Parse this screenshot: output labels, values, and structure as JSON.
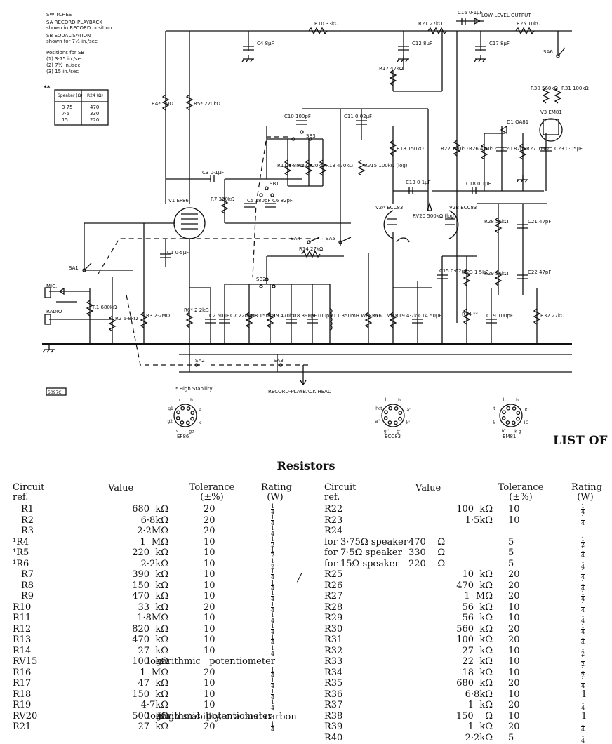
{
  "schematic": {
    "notes": [
      "SWITCHES",
      "SA RECORD-PLAYBACK",
      "shown in RECORD position",
      "SB EQUALISATION",
      "shown for 7½ in./sec",
      "Positions for SB",
      "(1) 3·75 in./sec",
      "(2) 7½ in./sec",
      "(3) 15 in./sec"
    ],
    "speaker_table": {
      "mark": "**",
      "headers": [
        "Speaker (Ω)",
        "R24 (Ω)"
      ],
      "rows": [
        [
          "3·75",
          "470"
        ],
        [
          "7·5",
          "330"
        ],
        [
          "15",
          "220"
        ]
      ]
    },
    "labels": {
      "low_level_output": "LOW-LEVEL OUTPUT",
      "mic": "MIC.",
      "radio": "RADIO",
      "record_playback_head": "RECORD-PLAYBACK HEAD",
      "high_stability": "* High Stability",
      "figure_id": "5097C"
    },
    "components": {
      "R10": "R10 33kΩ",
      "R21": "R21 27kΩ",
      "R25": "R25 10kΩ",
      "C16": "C16 0·1µF",
      "C4": "C4 8µF",
      "C12": "C12 8µF",
      "C17": "C17 8µF",
      "R17": "R17 47kΩ",
      "R4": "R4* 1MΩ",
      "R5": "R5* 220kΩ",
      "R30": "R30 560kΩ",
      "R31": "R31 100kΩ",
      "V3": "V3 EM81",
      "D1": "D1 OA81",
      "C10": "C10 100pF",
      "C11": "C11 0·02µF",
      "SB3": "SB3",
      "R11": "R11 1·8MΩ",
      "R12": "R12 820kΩ",
      "R13": "R13 470kΩ",
      "RV15": "RV15 100kΩ (log)",
      "R18": "R18 150kΩ",
      "R22": "R22 100kΩ",
      "R26": "R26 470kΩ",
      "C20": "C20 82pF",
      "R27": "R27 1MΩ",
      "C23": "C23 0·05µF",
      "C3": "C3 0·1µF",
      "R7": "R7 390kΩ",
      "C5": "C5 180pF",
      "C6": "C6 82pF",
      "SB1": "SB1",
      "V1": "V1 EF86",
      "C13": "C13 0·1µF",
      "C18": "C18 0·1µF",
      "V2A": "V2A ECC83",
      "RV20": "RV20 500kΩ (log)",
      "V2B": "V2B ECC83",
      "R28": "R28 56kΩ",
      "C21": "C21 47pF",
      "SA4": "SA4",
      "SA5": "SA5",
      "R14": "R14 27kΩ",
      "C1": "C1 0·5µF",
      "SA1": "SA1",
      "SB2": "SB2",
      "C15": "C15 0·02µF",
      "R23": "R23 1·5kΩ",
      "R29": "R29 56kΩ",
      "C22": "C22 47pF",
      "R1": "R1 680kΩ",
      "R2": "R2 6·8kΩ",
      "R3": "R3 2·2MΩ",
      "R6": "R6* 2·2kΩ",
      "C2": "C2 50µF",
      "C7": "C7 2200pF",
      "R8": "R8 150kΩ",
      "R9": "R9 470kΩ",
      "C8": "C8 390pF",
      "C9": "C9 100pF",
      "L1": "L1 350mH WF816",
      "R16": "R16 1MΩ",
      "R19": "R19 4·7kΩ",
      "C14": "C14 50µF",
      "R24": "R24 **",
      "C19": "C19 100pF",
      "R32": "R32 27kΩ",
      "SA2": "SA2",
      "SA3": "SA3",
      "SA6": "SA6"
    },
    "bases": [
      {
        "name": "EF86",
        "pins": [
          "h",
          "h",
          "a",
          "k",
          "g3",
          "s",
          "g2",
          "g1"
        ]
      },
      {
        "name": "ECC83",
        "pins": [
          "h",
          "h",
          "a'",
          "k'",
          "g'",
          "g''",
          "a''",
          "hct"
        ]
      },
      {
        "name": "EM81",
        "pins": [
          "h",
          "h",
          "IC",
          "IC",
          "k g",
          "IC",
          "g",
          "t"
        ]
      }
    ]
  },
  "list_heading": "LIST OF",
  "resistors": {
    "title": "Resistors",
    "headers": {
      "ref": "Circuit ref.",
      "value": "Value",
      "tolerance": "Tolerance (±%)",
      "rating": "Rating (W)"
    },
    "left": [
      {
        "ref": "R1",
        "value": "680  kΩ",
        "tol": "20",
        "rating": "¼"
      },
      {
        "ref": "R2",
        "value": "6·8kΩ",
        "tol": "20",
        "rating": "¼"
      },
      {
        "ref": "R3",
        "value": "2·2MΩ",
        "tol": "20",
        "rating": "¼"
      },
      {
        "ref": "¹R4",
        "value": "1  MΩ",
        "tol": "10",
        "rating": "½"
      },
      {
        "ref": "¹R5",
        "value": "220  kΩ",
        "tol": "10",
        "rating": "½"
      },
      {
        "ref": "¹R6",
        "value": "2·2kΩ",
        "tol": "10",
        "rating": "½"
      },
      {
        "ref": "R7",
        "value": "390  kΩ",
        "tol": "10",
        "rating": "¼"
      },
      {
        "ref": "R8",
        "value": "150  kΩ",
        "tol": "10",
        "rating": "¼"
      },
      {
        "ref": "R9",
        "value": "470  kΩ",
        "tol": "10",
        "rating": "¼"
      },
      {
        "ref": "R10",
        "value": "33  kΩ",
        "tol": "20",
        "rating": "¼"
      },
      {
        "ref": "R11",
        "value": "1·8MΩ",
        "tol": "10",
        "rating": "¼"
      },
      {
        "ref": "R12",
        "value": "820  kΩ",
        "tol": "10",
        "rating": "¼"
      },
      {
        "ref": "R13",
        "value": "470  kΩ",
        "tol": "10",
        "rating": "¼"
      },
      {
        "ref": "R14",
        "value": "27  kΩ",
        "tol": "10",
        "rating": "¼"
      },
      {
        "ref": "RV15",
        "value": "100  kΩ",
        "tol": "logarithmic   potentiometer",
        "rating": ""
      },
      {
        "ref": "R16",
        "value": "1  MΩ",
        "tol": "20",
        "rating": "¼"
      },
      {
        "ref": "R17",
        "value": "47  kΩ",
        "tol": "10",
        "rating": "¼"
      },
      {
        "ref": "R18",
        "value": "150  kΩ",
        "tol": "10",
        "rating": "¼"
      },
      {
        "ref": "R19",
        "value": "4·7kΩ",
        "tol": "10",
        "rating": "¼"
      },
      {
        "ref": "RV20",
        "value": "500  kΩ",
        "tol": "logarithmic  potentiometer",
        "rating": ""
      },
      {
        "ref": "R21",
        "value": "27  kΩ",
        "tol": "20",
        "rating": "¼"
      }
    ],
    "right": [
      {
        "ref": "R22",
        "value": "100  kΩ",
        "tol": "10",
        "rating": "¼"
      },
      {
        "ref": "R23",
        "value": "1·5kΩ",
        "tol": "10",
        "rating": "¼"
      },
      {
        "ref": "R24",
        "value": "",
        "tol": "",
        "rating": ""
      },
      {
        "ref": "for 3·75Ω speaker",
        "value": "470    Ω",
        "tol": "5",
        "rating": "½"
      },
      {
        "ref": "for 7·5Ω speaker",
        "value": "330    Ω",
        "tol": "5",
        "rating": "¼"
      },
      {
        "ref": "for 15Ω speaker",
        "value": "220    Ω",
        "tol": "5",
        "rating": "¼"
      },
      {
        "ref": "R25",
        "value": "10  kΩ",
        "tol": "20",
        "rating": "¼"
      },
      {
        "ref": "R26",
        "value": "470  kΩ",
        "tol": "20",
        "rating": "¼"
      },
      {
        "ref": "R27",
        "value": "1  MΩ",
        "tol": "20",
        "rating": "¼"
      },
      {
        "ref": "R28",
        "value": "56  kΩ",
        "tol": "10",
        "rating": "¼"
      },
      {
        "ref": "R29",
        "value": "56  kΩ",
        "tol": "10",
        "rating": "¼"
      },
      {
        "ref": "R30",
        "value": "560  kΩ",
        "tol": "20",
        "rating": "¼"
      },
      {
        "ref": "R31",
        "value": "100  kΩ",
        "tol": "20",
        "rating": "¼"
      },
      {
        "ref": "R32",
        "value": "27  kΩ",
        "tol": "10",
        "rating": "½"
      },
      {
        "ref": "R33",
        "value": "22  kΩ",
        "tol": "10",
        "rating": "½"
      },
      {
        "ref": "R34",
        "value": "18  kΩ",
        "tol": "10",
        "rating": "½"
      },
      {
        "ref": "R35",
        "value": "680  kΩ",
        "tol": "20",
        "rating": "¼"
      },
      {
        "ref": "R36",
        "value": "6·8kΩ",
        "tol": "10",
        "rating": "1"
      },
      {
        "ref": "R37",
        "value": "1  kΩ",
        "tol": "20",
        "rating": "¼"
      },
      {
        "ref": "R38",
        "value": "150    Ω",
        "tol": "10",
        "rating": "1"
      },
      {
        "ref": "R39",
        "value": "1  kΩ",
        "tol": "20",
        "rating": "¼"
      },
      {
        "ref": "R40",
        "value": "2·2kΩ",
        "tol": "5",
        "rating": "¼"
      }
    ],
    "footnote": "1. High stability, cracked carbon"
  }
}
